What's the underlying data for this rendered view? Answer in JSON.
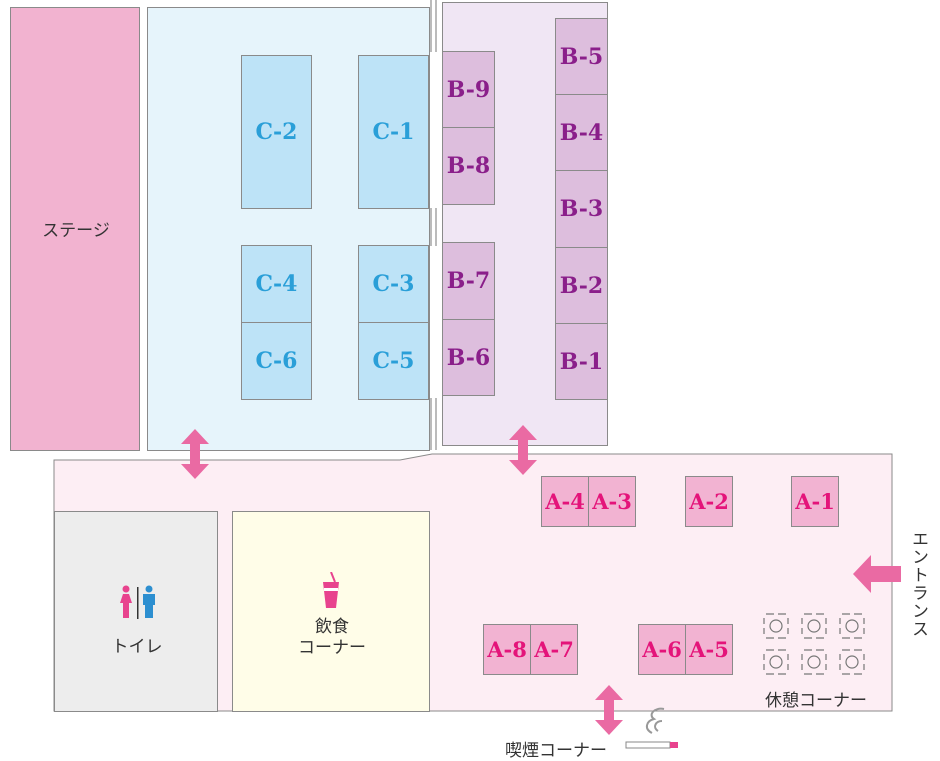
{
  "colors": {
    "stage": "#f2b3d0",
    "room_c": "#e6f4fb",
    "room_b": "#f0e6f4",
    "hall_a": "#fdeef4",
    "toilet": "#ededed",
    "food": "#fffde8",
    "arrow": "#ea6aa3",
    "booth_c": "#bde3f7",
    "booth_b": "#ddbedd",
    "booth_a": "#f2b3d2"
  },
  "areas": {
    "stage": "ステージ",
    "toilet": "トイレ",
    "food_line1": "飲食",
    "food_line2": "コーナー",
    "rest": "休憩コーナー",
    "smoking": "喫煙コーナー",
    "entrance": "エントランス"
  },
  "booths_c": [
    "C-2",
    "C-1",
    "C-4",
    "C-3",
    "C-6",
    "C-5"
  ],
  "booths_b": [
    "B-9",
    "B-8",
    "B-7",
    "B-6",
    "B-5",
    "B-4",
    "B-3",
    "B-2",
    "B-1"
  ],
  "booths_a": [
    "A-4",
    "A-3",
    "A-2",
    "A-1",
    "A-8",
    "A-7",
    "A-6",
    "A-5"
  ],
  "icons": {
    "toilet": "restroom-icon",
    "food": "drink-icon",
    "rest": "table-chairs-icon",
    "smoking": "cigarette-icon",
    "arrow": "double-arrow-icon"
  }
}
